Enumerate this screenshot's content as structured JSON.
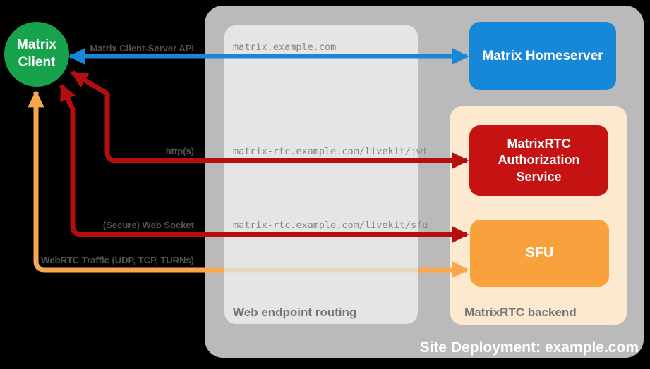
{
  "title": "Site Deployment: example.com",
  "nodes": {
    "client": {
      "label": "Matrix Client",
      "color": "#17a24c"
    },
    "homeserver": {
      "label": "Matrix Homeserver",
      "color": "#1787d8"
    },
    "auth_service": {
      "label": "MatrixRTC Authorization Service",
      "color": "#c51212"
    },
    "sfu": {
      "label": "SFU",
      "color": "#f9a23d"
    }
  },
  "groups": {
    "routing": {
      "label": "Web endpoint routing",
      "color": "#e5e5e5"
    },
    "backend": {
      "label": "MatrixRTC backend",
      "color": "#fde8d0"
    },
    "site": {
      "label": "Site Deployment: example.com",
      "color": "#bababa"
    }
  },
  "connections": [
    {
      "name": "client-server-api",
      "label": "Matrix Client-Server API",
      "endpoint": "matrix.example.com",
      "color": "#1787d8",
      "bidirectional": true
    },
    {
      "name": "https",
      "label": "http(s)",
      "endpoint": "matrix-rtc.example.com/livekit/jwt",
      "color": "#b50e0e",
      "bidirectional": true
    },
    {
      "name": "secure-web-socket",
      "label": "(Secure) Web Socket",
      "endpoint": "matrix-rtc.example.com/livekit/sfu",
      "color": "#b50e0e",
      "bidirectional": true
    },
    {
      "name": "webrtc-traffic",
      "label": "WebRTC Traffic (UDP, TCP, TURNs)",
      "endpoint": "",
      "color": "#f7a84f",
      "bidirectional": true
    }
  ]
}
